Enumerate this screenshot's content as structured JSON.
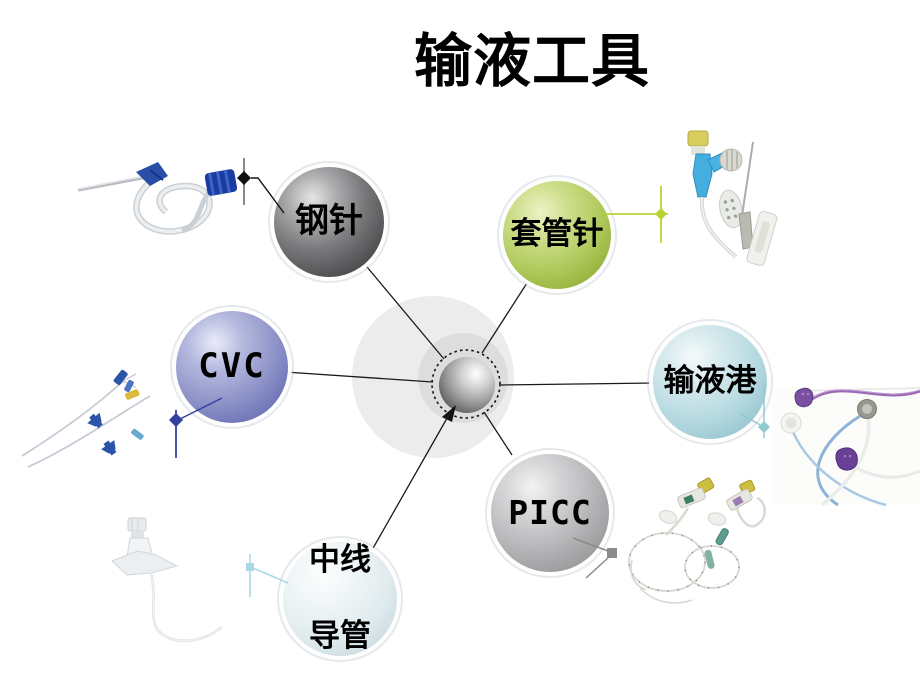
{
  "slide": {
    "title": "输液工具",
    "background_color": "#ffffff",
    "title_color": "#000000"
  },
  "diagram": {
    "center_hub": {
      "description": "metallic gray sphere with dotted selection ring and rotation arrow",
      "outer_ring_color": "#ececec",
      "inner_ring_color": "#dddddd",
      "dotted_ring_color": "#111111"
    },
    "connector_color": "#1a1a1a",
    "nodes": [
      {
        "id": "steel-needle",
        "label": "钢针",
        "fill": "#7a7a7d",
        "marker_color": "#111111"
      },
      {
        "id": "iv-cannula",
        "label": "套管针",
        "fill": "#b2cb5f",
        "marker_color": "#b5d434"
      },
      {
        "id": "cvc",
        "label": "CVC",
        "fill": "#8f94c9",
        "marker_color": "#3340a0"
      },
      {
        "id": "infusion-port",
        "label": "输液港",
        "fill": "#b8dbe2",
        "marker_color": "#8fcbd1"
      },
      {
        "id": "picc",
        "label": "PICC",
        "fill": "#b5b5b7",
        "marker_color": "#8a8a8a"
      },
      {
        "id": "midline-catheter",
        "label_line1": "中线",
        "label_line2": "导管",
        "fill": "#e0ebee",
        "marker_color": "#a9d8e6"
      }
    ]
  },
  "photos": [
    {
      "id": "steel-needle-set-photo",
      "description": "butterfly steel needle with coiled white tubing and blue cap"
    },
    {
      "id": "iv-cannula-photo",
      "description": "IV cannula with blue Y-hub, yellow cap, ribbed cap, wings and needle"
    },
    {
      "id": "cvc-set-photo",
      "description": "central venous catheter kit with thin lumens and blue clamps"
    },
    {
      "id": "infusion-ports-photo",
      "description": "implantable infusion ports with purple, gray and white bodies and catheters"
    },
    {
      "id": "picc-set-photo",
      "description": "two coiled PICC catheters with yellow caps and green/purple hubs"
    },
    {
      "id": "midline-catheter-photo",
      "description": "midline catheter with white winged hub and thin curved catheter"
    }
  ]
}
